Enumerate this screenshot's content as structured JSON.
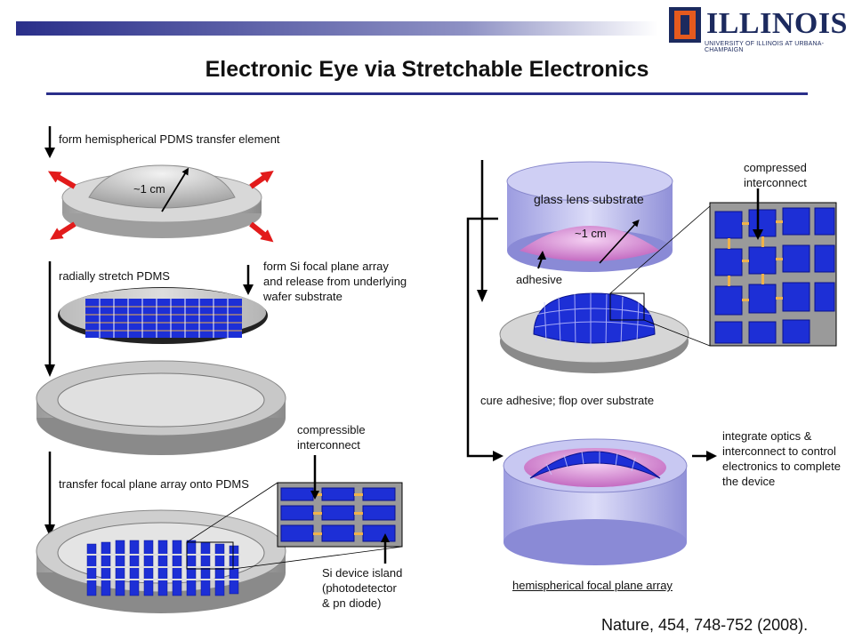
{
  "header": {
    "logo_name": "ILLINOIS",
    "logo_sub": "UNIVERSITY OF ILLINOIS AT URBANA-CHAMPAIGN",
    "title": "Electronic Eye via Stretchable Electronics"
  },
  "left": {
    "step1": "form hemispherical PDMS transfer element",
    "scale1": "~1 cm",
    "step2": "radially stretch PDMS",
    "step3_l1": "form Si focal plane array",
    "step3_l2": "and release from underlying",
    "step3_l3": "wafer substrate",
    "compress_l1": "compressible",
    "compress_l2": "interconnect",
    "step4": "transfer focal plane array onto PDMS",
    "si_l1": "Si device island",
    "si_l2": "(photodetector",
    "si_l3": "& pn diode)"
  },
  "right": {
    "lens_label": "glass lens substrate",
    "scale2": "~1 cm",
    "adhesive": "adhesive",
    "compressed_l1": "compressed",
    "compressed_l2": "interconnect",
    "cure": "cure adhesive; flop over substrate",
    "integrate_l1": "integrate optics &",
    "integrate_l2": "interconnect to control",
    "integrate_l3": "electronics to complete",
    "integrate_l4": "the device",
    "hemi": "hemispherical focal plane array"
  },
  "citation": "Nature, 454, 748-752 (2008).",
  "colors": {
    "navy": "#1c2a5e",
    "accent_orange": "#e55a1e",
    "rule_blue": "#2a2f8a",
    "pixel_blue": "#1d2fd6",
    "arrow_red": "#e21b1b",
    "lens_lavender": "#b8b8ec",
    "lens_pink": "#d98bd6"
  }
}
